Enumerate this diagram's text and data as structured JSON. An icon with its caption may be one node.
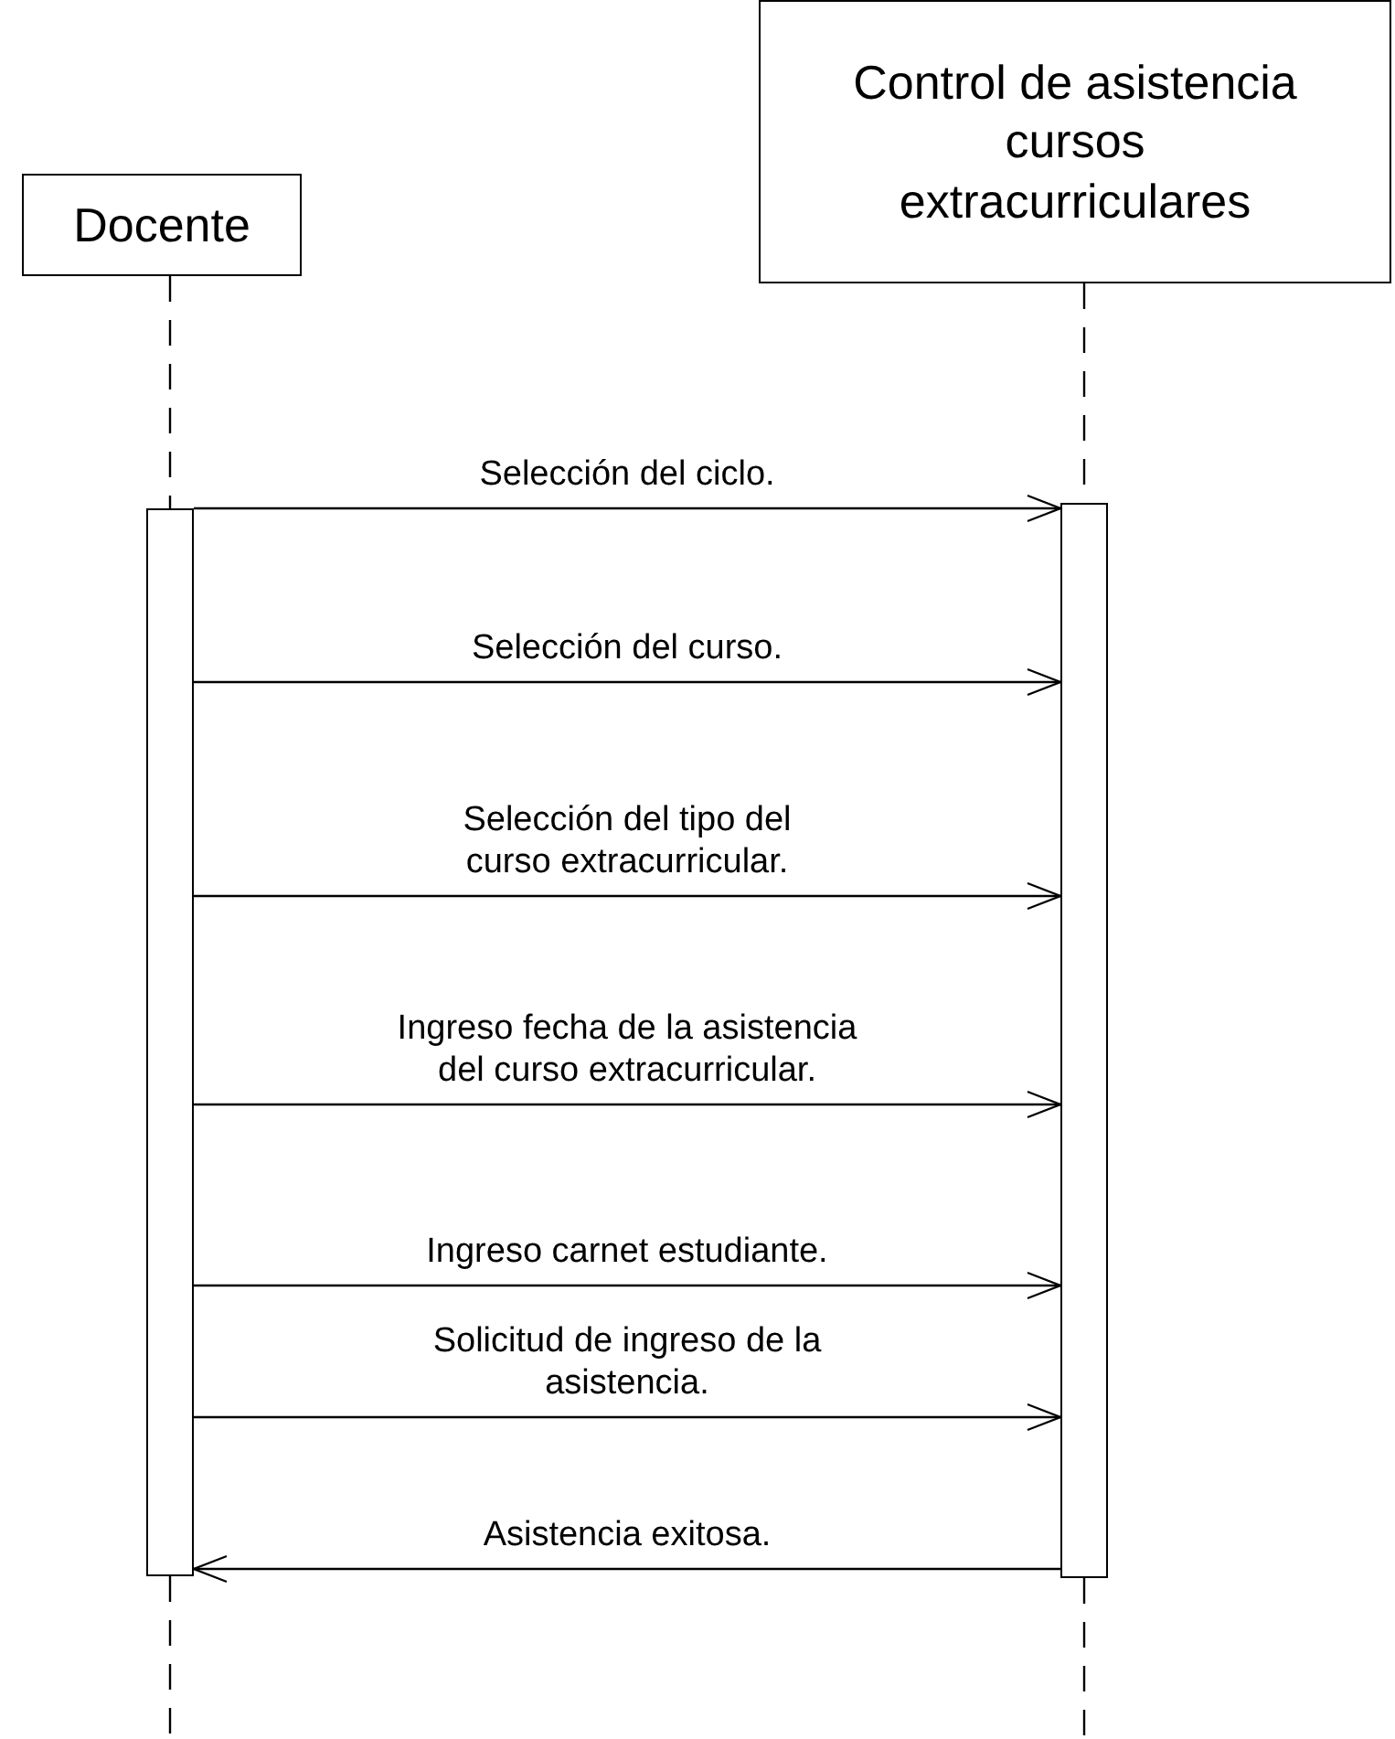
{
  "diagram": {
    "nodes": [
      {
        "text": [
          "Docente"
        ]
      },
      {
        "text": [
          "Control de asistencia cursos extracurriculares"
        ]
      },
      {
        "text": [],
        "shape": "bar"
      },
      {
        "text": [],
        "shape": "bar"
      }
    ],
    "edges": [
      {
        "from": 0,
        "to": 2,
        "arrow": "none",
        "style": "dashed"
      },
      {
        "from": 1,
        "to": 3,
        "arrow": "none",
        "style": "dashed"
      },
      {
        "from": 2,
        "to": 3,
        "arrow": "to",
        "label": "Selección del ciclo."
      },
      {
        "from": 2,
        "to": 3,
        "arrow": "to",
        "label": "Selección del curso."
      },
      {
        "from": 2,
        "to": 3,
        "arrow": "to",
        "label": "Selección del tipo del curso extracurricular."
      },
      {
        "from": 2,
        "to": 3,
        "arrow": "to",
        "label": "Ingreso fecha de la asistencia del curso extracurricular."
      },
      {
        "from": 2,
        "to": 3,
        "arrow": "to",
        "label": "Ingreso carnet estudiante."
      },
      {
        "from": 2,
        "to": 3,
        "arrow": "to",
        "label": "Solicitud de ingreso de la asistencia."
      },
      {
        "from": 3,
        "to": 2,
        "arrow": "to",
        "label": "Asistencia exitosa."
      }
    ]
  }
}
